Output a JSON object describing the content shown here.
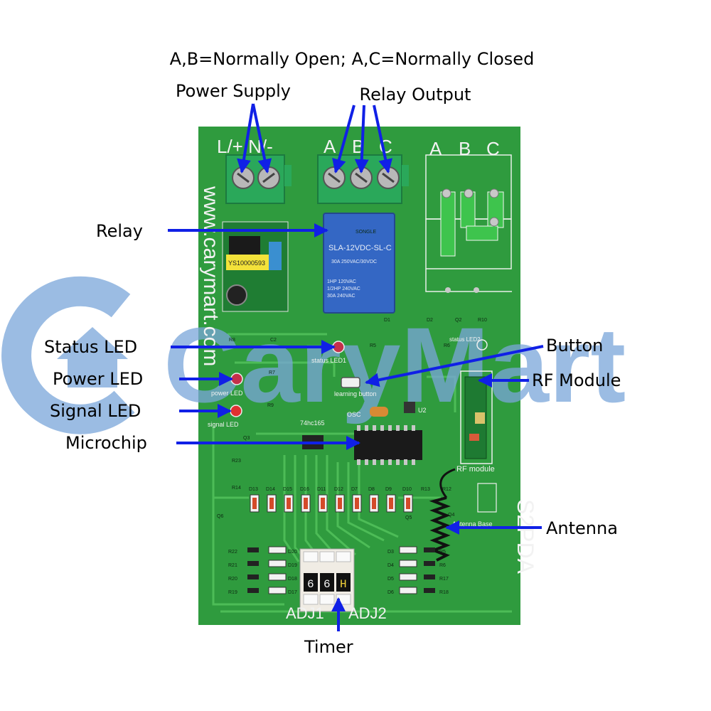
{
  "header": {
    "contacts_note": "A,B=Normally Open; A,C=Normally Closed",
    "power_supply": "Power Supply",
    "relay_output": "Relay Output"
  },
  "watermark": {
    "brand": "CaryMart"
  },
  "board": {
    "website": "www.carymart.com",
    "model": "S2PDA",
    "power_terminals": "L/+ N/-",
    "relay_terminals": [
      "A",
      "B",
      "C"
    ],
    "jumper_labels": [
      "A",
      "B",
      "C"
    ],
    "relay_brand": "SONGLE",
    "relay_model": "SLA-12VDC-SL-C",
    "relay_rating_1": "30A 250VAC/30VDC",
    "relay_rating_2": "1HP 120VAC",
    "relay_rating_3": "1/2HP 240VAC",
    "relay_rating_4": "30A 240VAC",
    "psu_module": "YS10000593",
    "chip_label": "74hc165",
    "led_labels": {
      "status": "status LED1",
      "power": "power LED",
      "signal": "signal LED",
      "status2": "status LED2"
    },
    "button_label": "learning button",
    "rf_label": "RF module",
    "antenna_base": "Antenna Base",
    "dial_digits": [
      "6",
      "6",
      "H"
    ],
    "adj_labels": [
      "ADJ1",
      "ADJ2"
    ],
    "osc": "OSC",
    "u2": "U2",
    "diode_row": [
      "D13",
      "D14",
      "D15",
      "D16",
      "D11",
      "D12",
      "D7",
      "D8",
      "D9",
      "D10"
    ],
    "left_rows": [
      [
        "R22",
        "D20"
      ],
      [
        "R21",
        "D19"
      ],
      [
        "R20",
        "D18"
      ],
      [
        "R19",
        "D17"
      ]
    ],
    "right_rows": [
      [
        "D3",
        "R5"
      ],
      [
        "D4",
        "R6"
      ],
      [
        "D5",
        "R17"
      ],
      [
        "D6",
        "R18"
      ]
    ],
    "misc_refs": [
      "R8",
      "C2",
      "R7",
      "R9",
      "Q3",
      "R23",
      "R14",
      "Q6",
      "R13",
      "Q5",
      "R12",
      "Q4",
      "D1",
      "D2",
      "Q2",
      "R10",
      "R6",
      "R5"
    ]
  },
  "callouts": {
    "relay": "Relay",
    "status_led": "Status LED",
    "power_led": "Power LED",
    "signal_led": "Signal LED",
    "microchip": "Microchip",
    "button": "Button",
    "rf_module": "RF Module",
    "antenna": "Antenna",
    "timer": "Timer"
  },
  "colors": {
    "pcb": "#2f9b3e",
    "trace": "#4dbc57",
    "arrow": "#1020e6",
    "terminal": "#2aa85a",
    "relay": "#3467c4",
    "watermark": "#7aa6da"
  }
}
